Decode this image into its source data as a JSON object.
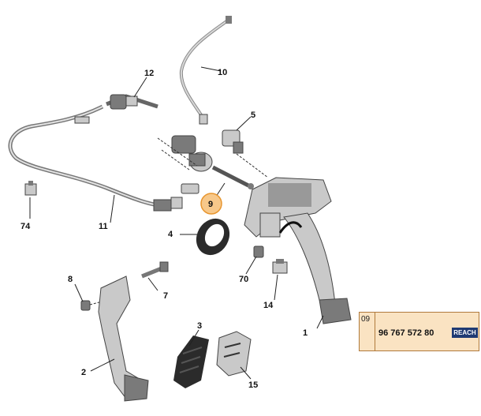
{
  "callouts": {
    "c1": "1",
    "c2": "2",
    "c3": "3",
    "c4": "4",
    "c5": "5",
    "c7": "7",
    "c8": "8",
    "c9": "9",
    "c10": "10",
    "c11": "11",
    "c12": "12",
    "c14": "14",
    "c15": "15",
    "c70": "70",
    "c74": "74"
  },
  "reference": {
    "index": "09",
    "part_number": "96 767 572 80",
    "badge": "REACH"
  },
  "colors": {
    "highlight": "#f7c88a",
    "highlight_border": "#e8962f",
    "box_bg": "#fae3c2",
    "badge_bg": "#1f3a73"
  }
}
